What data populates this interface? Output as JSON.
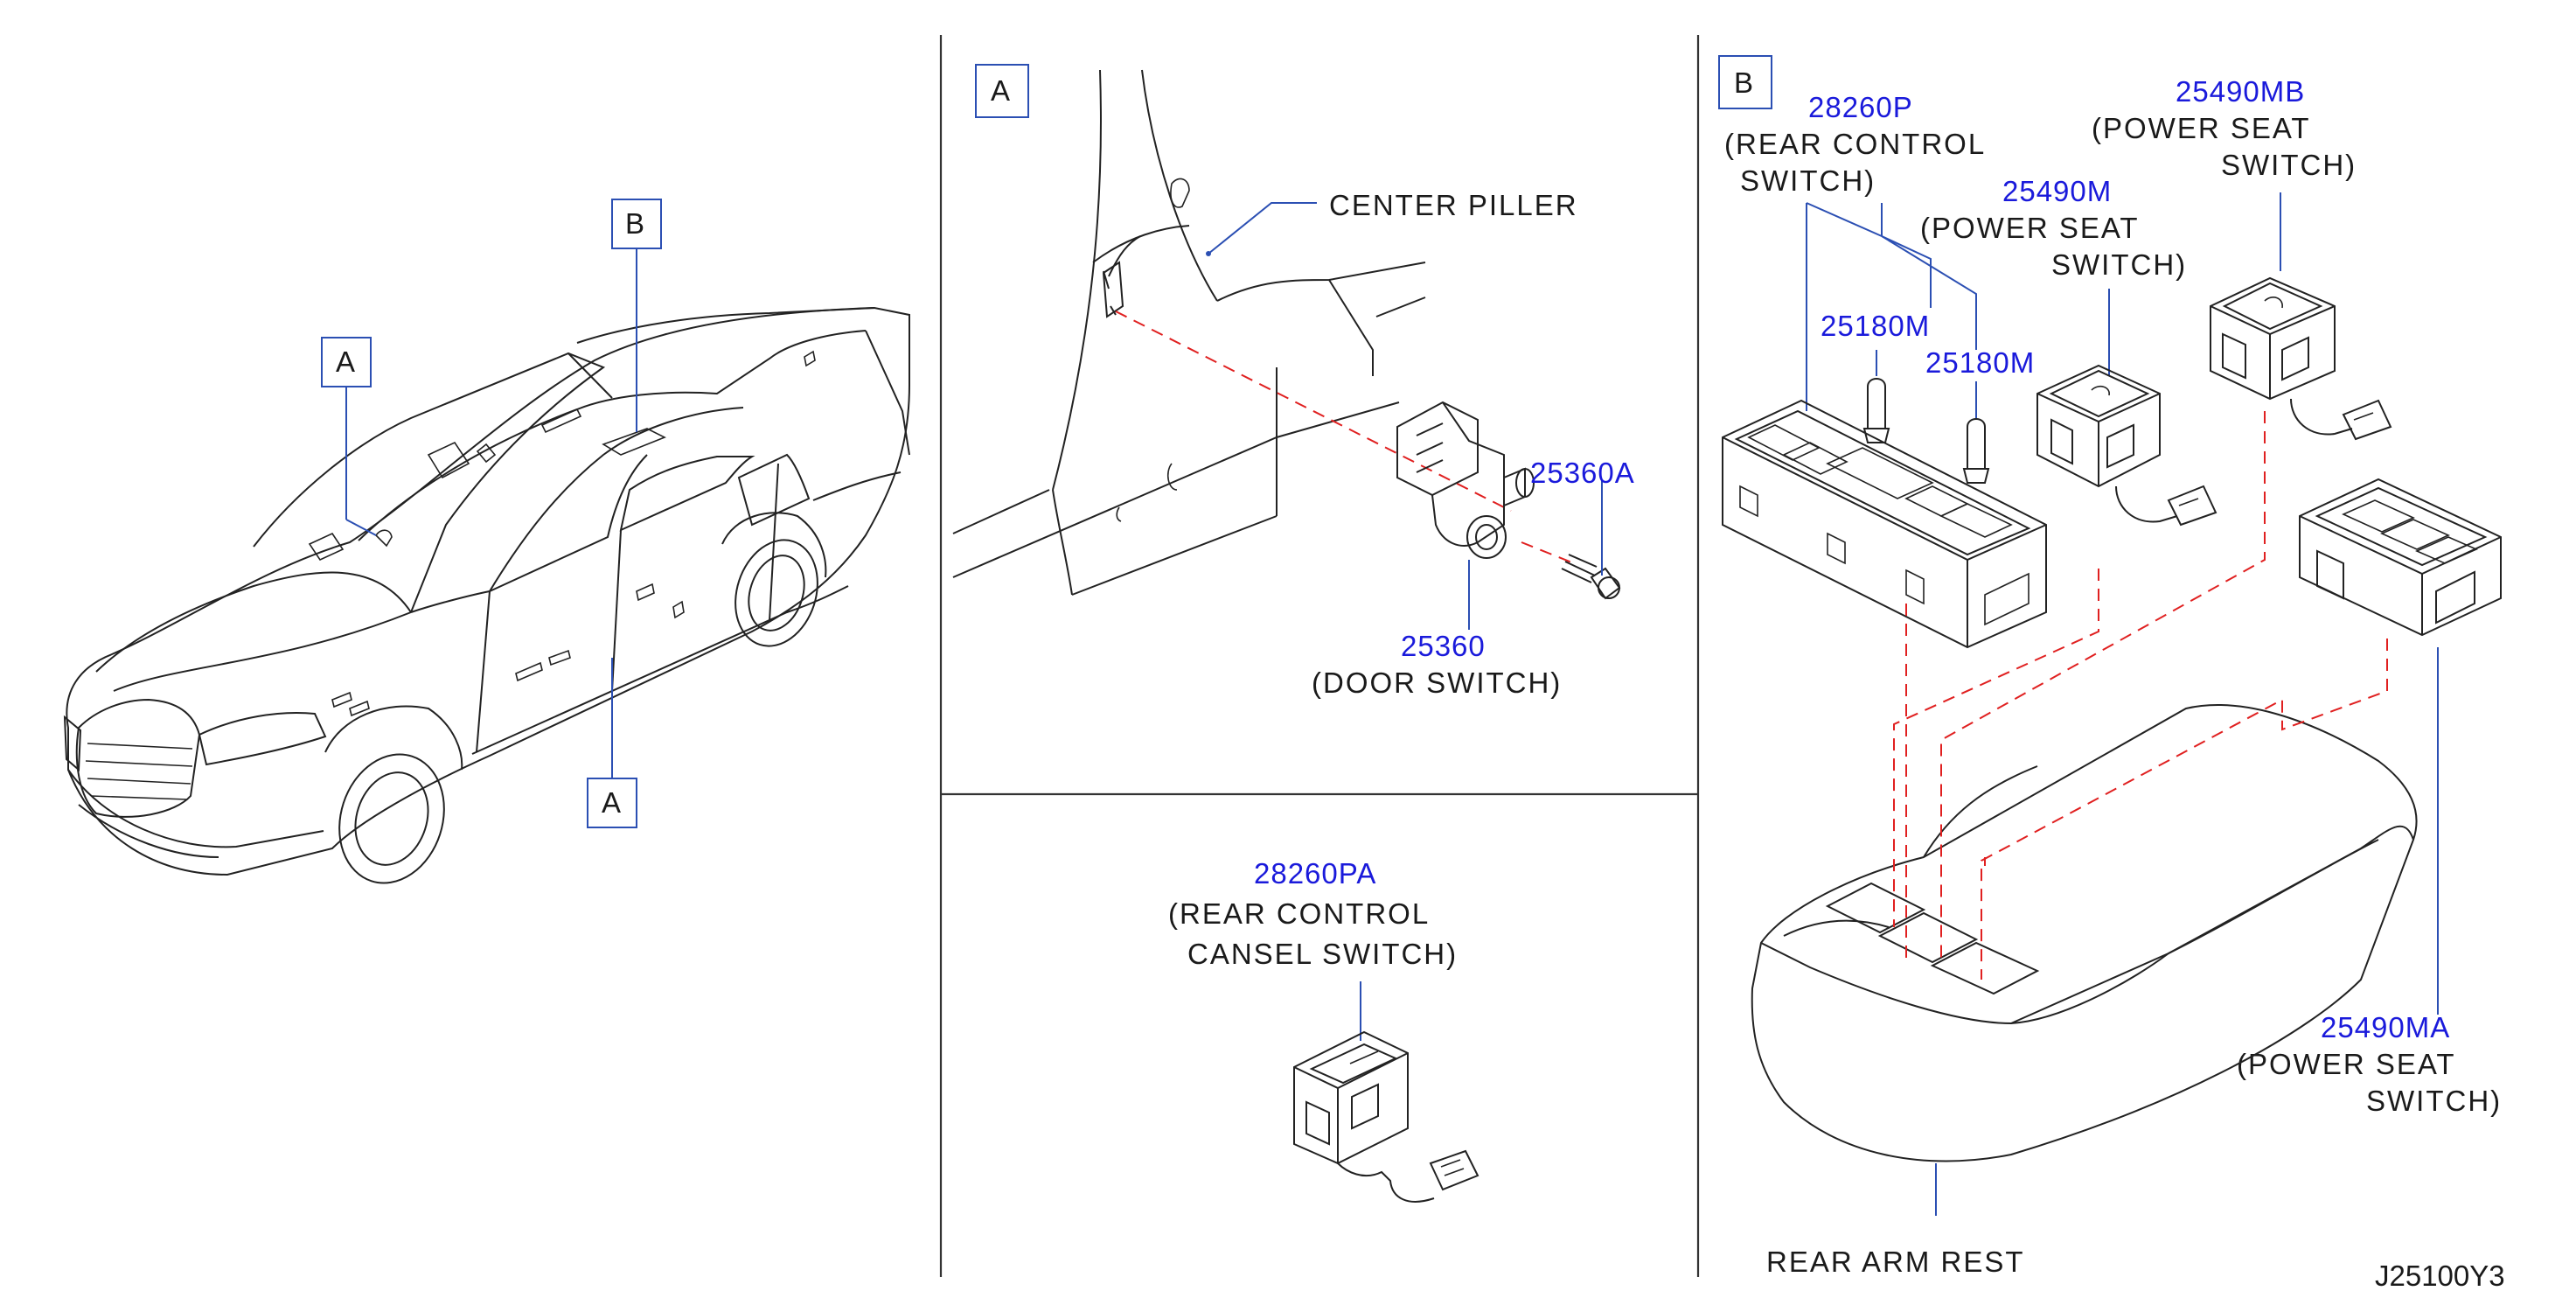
{
  "diagram_code": "J25100Y3",
  "callouts": {
    "car_b": "B",
    "car_a_upper": "A",
    "car_a_lower": "A",
    "panel_a": "A",
    "panel_b": "B"
  },
  "panel_a": {
    "center_pillar": "CENTER  PILLER",
    "part_screw": "25360A",
    "part_switch": "25360",
    "part_switch_desc": "(DOOR  SWITCH)"
  },
  "panel_cancel": {
    "part": "28260PA",
    "desc_line1": "(REAR  CONTROL",
    "desc_line2": "CANSEL  SWITCH)"
  },
  "panel_b": {
    "rear_control_part": "28260P",
    "rear_control_line1": "(REAR  CONTROL",
    "rear_control_line2": "SWITCH)",
    "bulb_part_1": "25180M",
    "bulb_part_2": "25180M",
    "seat_m_part": "25490M",
    "seat_m_line1": "(POWER  SEAT",
    "seat_m_line2": "SWITCH)",
    "seat_mb_part": "25490MB",
    "seat_mb_line1": "(POWER  SEAT",
    "seat_mb_line2": "SWITCH)",
    "seat_ma_part": "25490MA",
    "seat_ma_line1": "(POWER  SEAT",
    "seat_ma_line2": "SWITCH)",
    "armrest": "REAR  ARM  REST"
  }
}
